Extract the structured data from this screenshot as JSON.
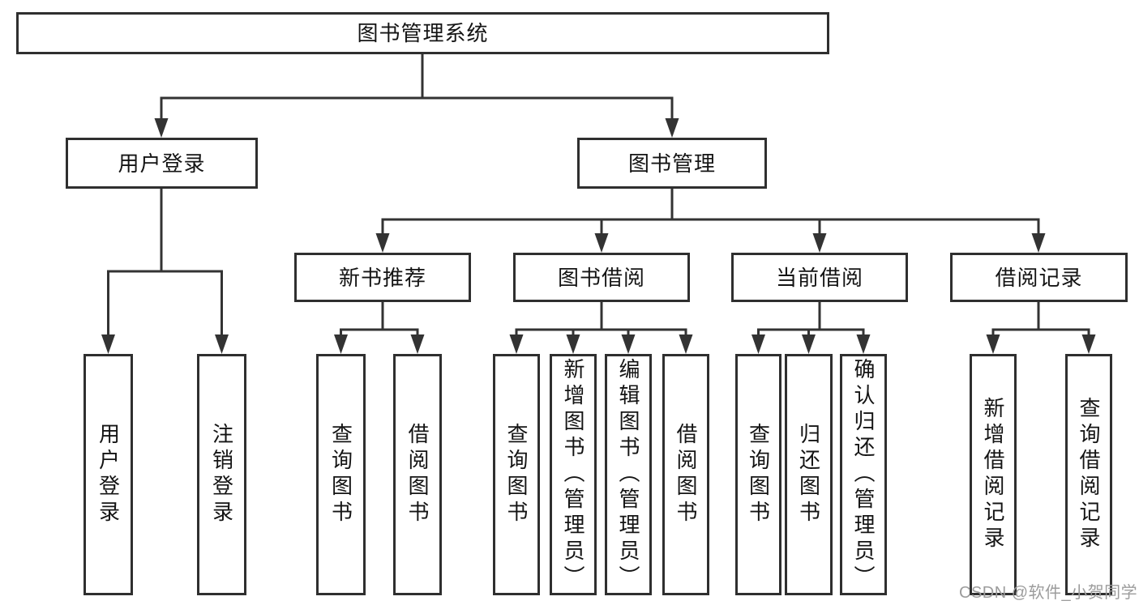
{
  "diagram": {
    "root": {
      "label": "图书管理系统"
    },
    "branches": [
      {
        "label": "用户登录",
        "leaves": [
          {
            "label": "用户登录"
          },
          {
            "label": "注销登录"
          }
        ]
      },
      {
        "label": "图书管理",
        "sections": [
          {
            "label": "新书推荐",
            "leaves": [
              {
                "label": "查询图书"
              },
              {
                "label": "借阅图书"
              }
            ]
          },
          {
            "label": "图书借阅",
            "leaves": [
              {
                "label": "查询图书"
              },
              {
                "label": "新增图书（管理员）"
              },
              {
                "label": "编辑图书（管理员）"
              },
              {
                "label": "借阅图书"
              }
            ]
          },
          {
            "label": "当前借阅",
            "leaves": [
              {
                "label": "查询图书"
              },
              {
                "label": "归还图书"
              },
              {
                "label": "确认归还（管理员）"
              }
            ]
          },
          {
            "label": "借阅记录",
            "leaves": [
              {
                "label": "新增借阅记录"
              },
              {
                "label": "查询借阅记录"
              }
            ]
          }
        ]
      }
    ]
  },
  "watermark": {
    "text": "CSDN @软件_小贺同学"
  },
  "colors": {
    "line": "#333333",
    "box_border": "#2f2f2f",
    "background": "#ffffff",
    "text": "#141414",
    "watermark": "#9c9c9c"
  }
}
